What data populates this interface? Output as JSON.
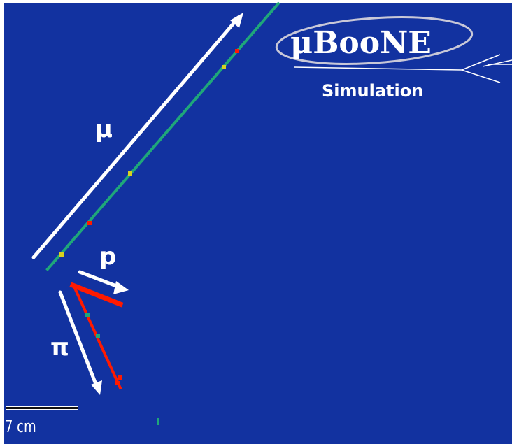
{
  "display": {
    "background_color": "#1232a0",
    "hit_color_low": "#1fa77a",
    "hit_color_mid": "#d8d020",
    "hit_color_high": "#ff1a00",
    "arrow_color": "#ffffff"
  },
  "labels": {
    "muon": "μ",
    "proton": "p",
    "pion": "π"
  },
  "logo": {
    "name": "μBooNE",
    "subtitle": "Simulation"
  },
  "scale_bar": {
    "label": "7 cm"
  }
}
